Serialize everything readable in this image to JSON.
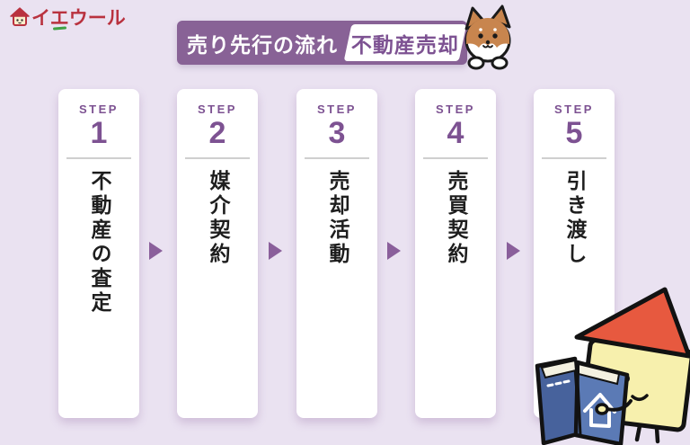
{
  "page": {
    "background_color": "#eae2f1",
    "description": "売り先行の流れ 5ステップ図解"
  },
  "logo": {
    "text": "イエウール",
    "text_color": "#b9323f",
    "accent_color": "#3fa144",
    "icon": "house-logo-icon"
  },
  "header": {
    "title": "売り先行の流れ",
    "badge": "不動産売却",
    "bar_color": "#886296",
    "title_text_color": "#ffffff",
    "badge_text_color": "#7d5292",
    "mascot": "shiba-inu-dog-mascot"
  },
  "flow": {
    "step_label": "STEP",
    "step_label_color": "#7d5292",
    "arrow_icon": "right-triangle",
    "arrow_color": "#8a5f9b",
    "card_color": "#ffffff",
    "steps": [
      {
        "number": "1",
        "title": "不動産の査定"
      },
      {
        "number": "2",
        "title": "媒介契約"
      },
      {
        "number": "3",
        "title": "売却活動"
      },
      {
        "number": "4",
        "title": "売買契約"
      },
      {
        "number": "5",
        "title": "引き渡し"
      }
    ]
  },
  "mascots": {
    "bottom_right": "house-character-reading-book",
    "roof_color": "#e7593f",
    "body_color": "#f7f0ad",
    "book_color": "#5b7ab5"
  }
}
